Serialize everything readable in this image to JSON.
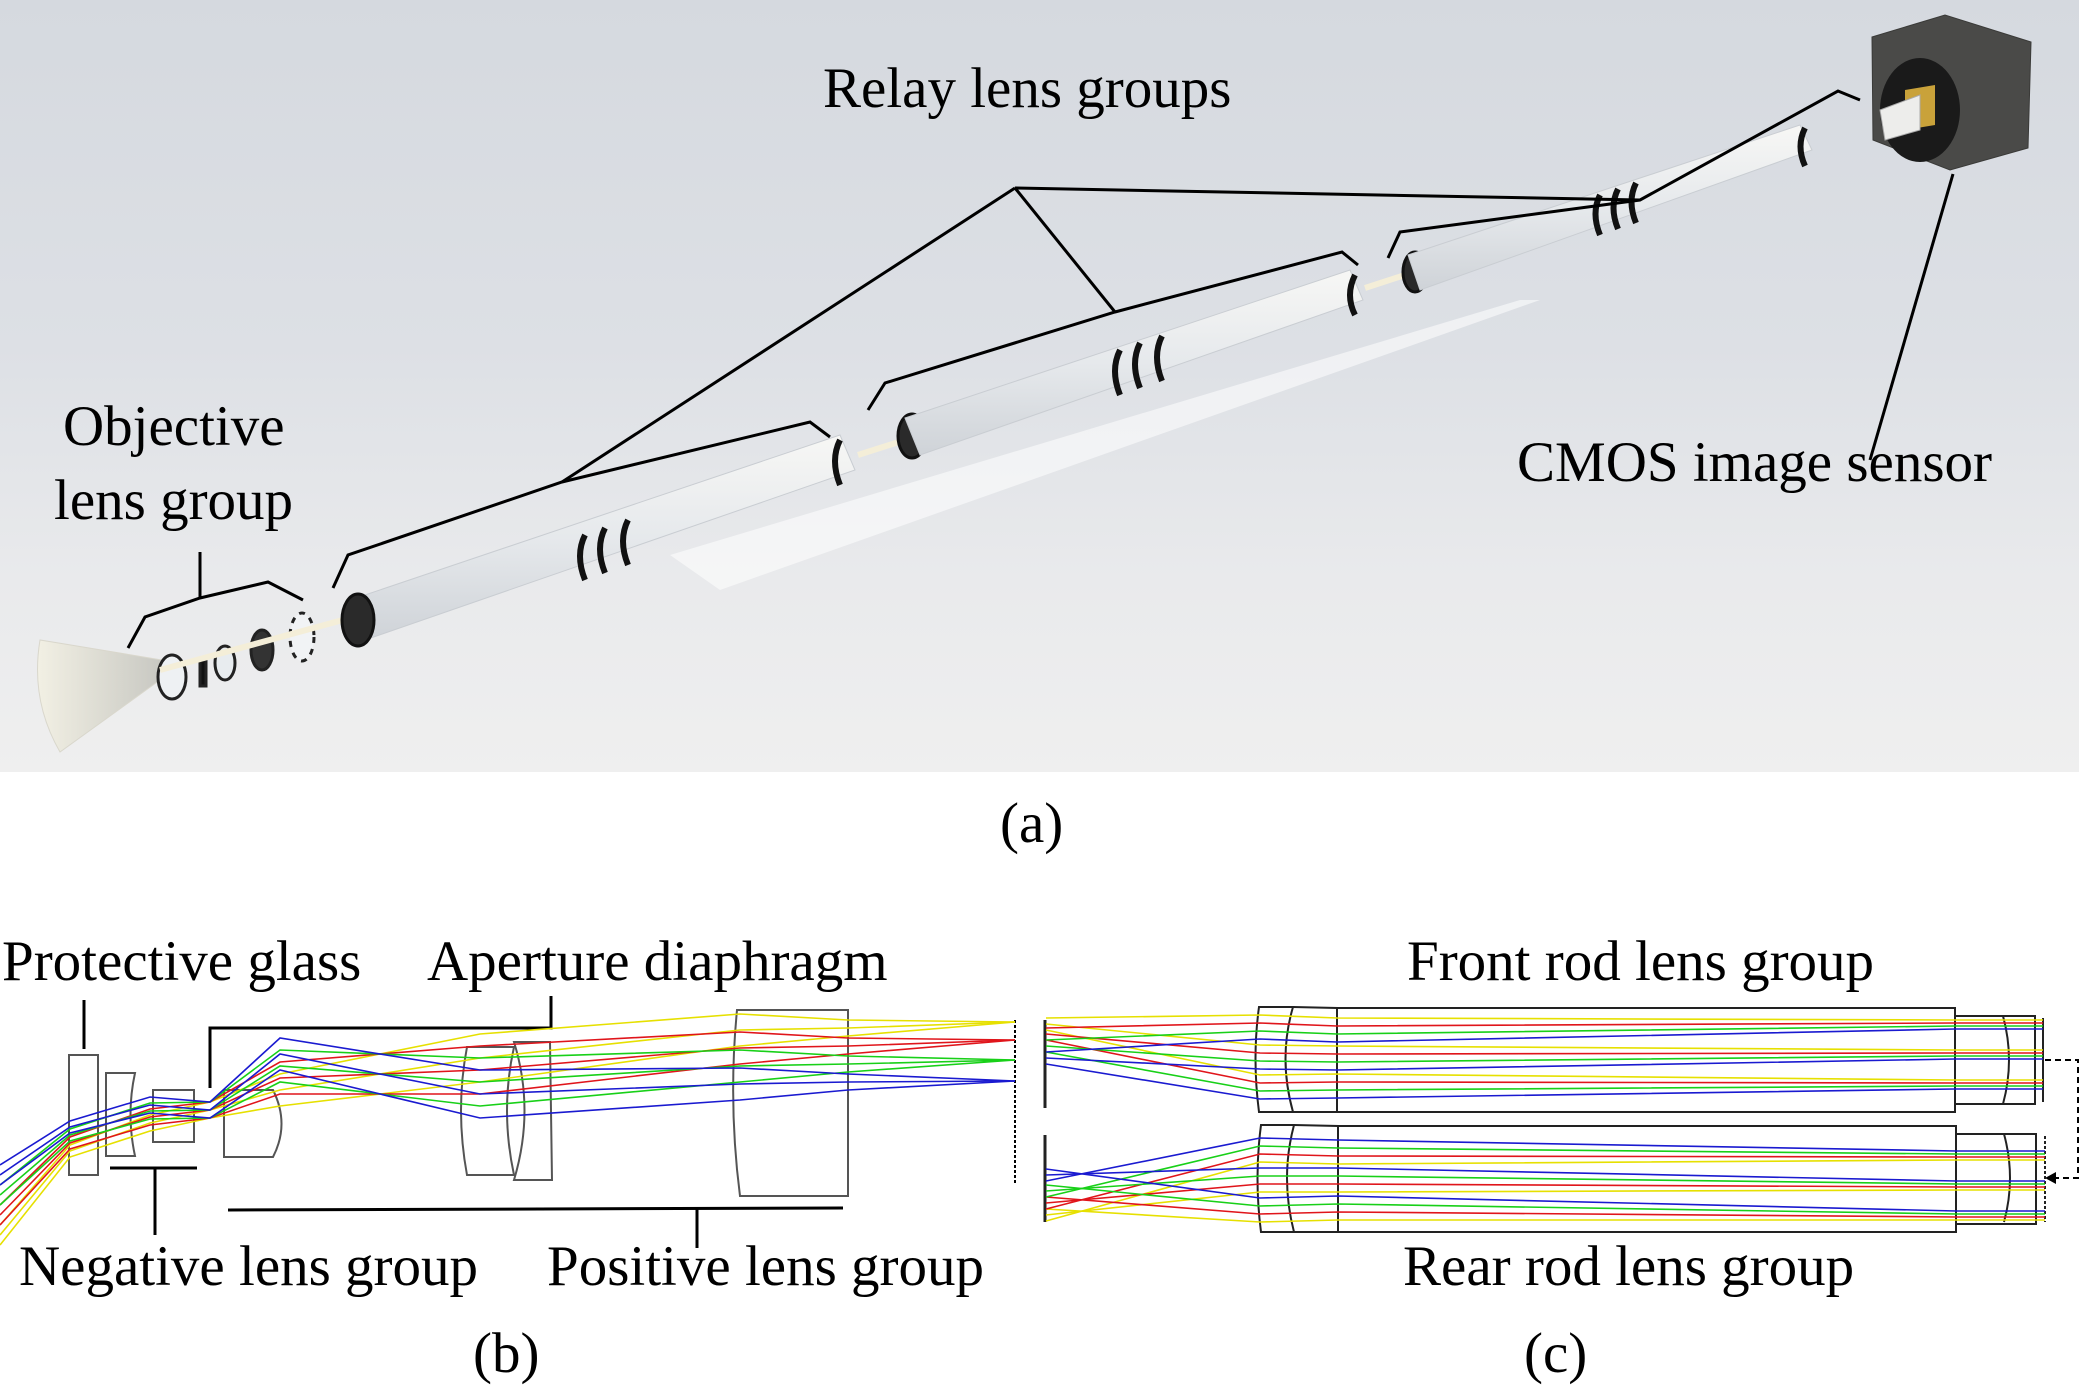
{
  "panel_a": {
    "caption": "(a)",
    "labels": {
      "relay": "Relay lens groups",
      "objective_line1": "Objective",
      "objective_line2": "lens group",
      "cmos": "CMOS image sensor"
    },
    "colors": {
      "sensor_body": "#4a4a48",
      "sensor_chip": "#c9a23a",
      "leader": "#000000"
    }
  },
  "panel_b": {
    "caption": "(b)",
    "labels": {
      "protective": "Protective glass",
      "aperture": "Aperture diaphragm",
      "negative": "Negative lens group",
      "positive": "Positive lens group"
    }
  },
  "panel_c": {
    "caption": "(c)",
    "labels": {
      "front": "Front rod lens group",
      "rear": "Rear rod lens group"
    }
  },
  "ray_colors": {
    "yellow": "#e6e000",
    "red": "#e0151b",
    "green": "#18d018",
    "blue": "#1a1ad0"
  }
}
